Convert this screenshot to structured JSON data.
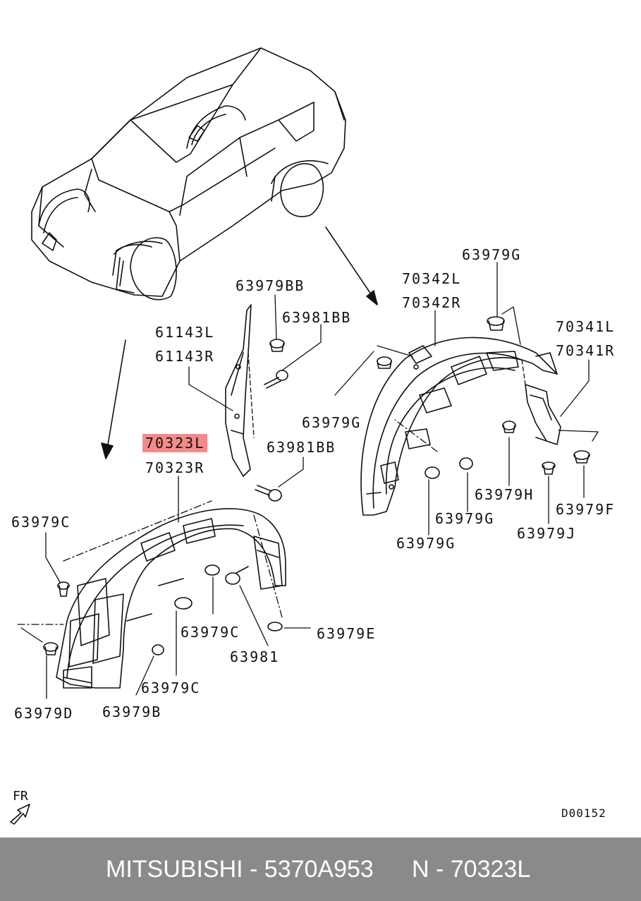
{
  "labels": {
    "p63979G_top": "63979G",
    "p70342L": "70342L",
    "p70342R": "70342R",
    "p70341L": "70341L",
    "p70341R": "70341R",
    "p63979BB": "63979BB",
    "p63981BB_top": "63981BB",
    "p61143L": "61143L",
    "p61143R": "61143R",
    "p63979G_left": "63979G",
    "p70323L": "70323L",
    "p70323R": "70323R",
    "p63981BB_low": "63981BB",
    "p63979H": "63979H",
    "p63979F": "63979F",
    "p63979G_mid": "63979G",
    "p63979J": "63979J",
    "p63979G_low": "63979G",
    "p63979C_left": "63979C",
    "p63979C_mid": "63979C",
    "p63981": "63981",
    "p63979E": "63979E",
    "p63979C_low": "63979C",
    "p63979D": "63979D",
    "p63979B": "63979B"
  },
  "highlight_color": "#f48a8a",
  "front_indicator": "FR",
  "drawing_code": "D00152",
  "footer": {
    "brand": "MITSUBISHI - 5370A953",
    "part": "N - 70323L",
    "background": "#8a8a8a"
  }
}
